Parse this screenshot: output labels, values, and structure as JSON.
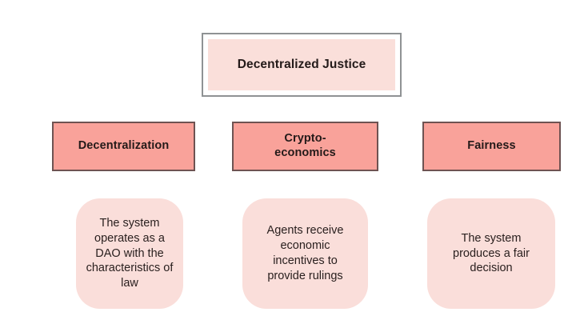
{
  "diagram": {
    "title": {
      "label": "Decentralized Justice"
    },
    "columns": [
      {
        "header": "Decentralization",
        "description": "The system\noperates as a\nDAO with the\ncharacteristics of\nlaw"
      },
      {
        "header": "Crypto-\neconomics",
        "description": "Agents receive\neconomic\nincentives to\nprovide rulings"
      },
      {
        "header": "Fairness",
        "description": "The system\nproduces a fair\ndecision"
      }
    ],
    "colors": {
      "background": "#ffffff",
      "title_fill": "#fadfda",
      "title_border": "#8f9294",
      "header_fill": "#f9a29a",
      "header_border": "#6e5352",
      "card_fill": "#fadeda",
      "text": "#241a19"
    }
  }
}
